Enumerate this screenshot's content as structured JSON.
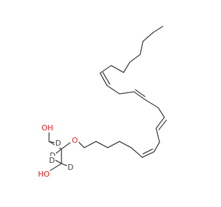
{
  "molecule": {
    "atom_labels": {
      "oxygen": "O",
      "deuterium": "D",
      "hydroxyl": "OH",
      "hydroxyl_reversed": "HO"
    },
    "colors": {
      "bond": "#3d3d3d",
      "oxygen": "#e02020",
      "hydrogen": "#3d3d3d",
      "background": "#ffffff"
    }
  }
}
